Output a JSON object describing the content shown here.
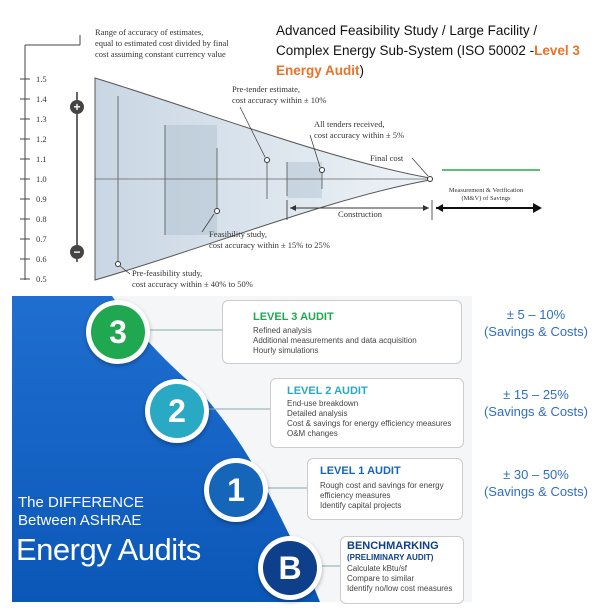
{
  "cone_chart": {
    "y_ticks": [
      "1.5",
      "1.4",
      "1.3",
      "1.2",
      "1.1",
      "1.0",
      "0.9",
      "0.8",
      "0.7",
      "0.6",
      "0.5"
    ],
    "range_note": [
      "Range of accuracy of estimates,",
      "equal to estimated cost divided by final",
      "cost assuming constant currency value"
    ],
    "pretender": [
      "Pre-tender estimate,",
      "cost accuracy within ± 10%"
    ],
    "tenders": [
      "All tenders received,",
      "cost accuracy within ± 5%"
    ],
    "final_cost": "Final cost",
    "mv": [
      "Measurement & Verification",
      "(M&V) of Savings"
    ],
    "construction": "Construction",
    "feasibility": [
      "Feasibility study,",
      "cost accuracy within ± 15% to 25%"
    ],
    "prefeasibility": [
      "Pre-feasibility study,",
      "cost accuracy within ± 40% to 50%"
    ],
    "plus_symbol": "+",
    "minus_symbol": "−"
  },
  "heading": {
    "line1": "Advanced Feasibility Study / Large Facility /",
    "line2_prefix": "Complex Energy Sub-System (ISO 50002 -",
    "line2_highlight": "Level 3",
    "line3_highlight": "Energy Audit",
    "line3_suffix": ")"
  },
  "ashrae": {
    "title_line1": "The DIFFERENCE",
    "title_line2": "Between ASHRAE",
    "title_line3": "Energy Audits",
    "levels": [
      {
        "badge": "3",
        "title": "LEVEL 3 AUDIT",
        "items": [
          "Refined analysis",
          "Additional measurements and data acquisition",
          "Hourly simulations"
        ],
        "color": "#1fa84f"
      },
      {
        "badge": "2",
        "title": "LEVEL 2 AUDIT",
        "items": [
          "End-use breakdown",
          "Detailed analysis",
          "Cost & savings for energy efficiency measures",
          "O&M changes"
        ],
        "color": "#29a9c4"
      },
      {
        "badge": "1",
        "title": "LEVEL 1 AUDIT",
        "items": [
          "Rough cost and savings for energy",
          "efficiency measures",
          "Identify capital projects"
        ],
        "color": "#1565b8"
      },
      {
        "badge": "B",
        "title": "BENCHMARKING",
        "subtitle": "(PRELIMINARY AUDIT)",
        "items": [
          "Calculate kBtu/sf",
          "Compare to similar",
          "Identify no/low cost measures"
        ],
        "color": "#0d3f8a"
      }
    ]
  },
  "accuracy": [
    {
      "range": "± 5 – 10%",
      "label": "(Savings & Costs)"
    },
    {
      "range": "± 15 – 25%",
      "label": "(Savings & Costs)"
    },
    {
      "range": "± 30 – 50%",
      "label": "(Savings & Costs)"
    }
  ]
}
